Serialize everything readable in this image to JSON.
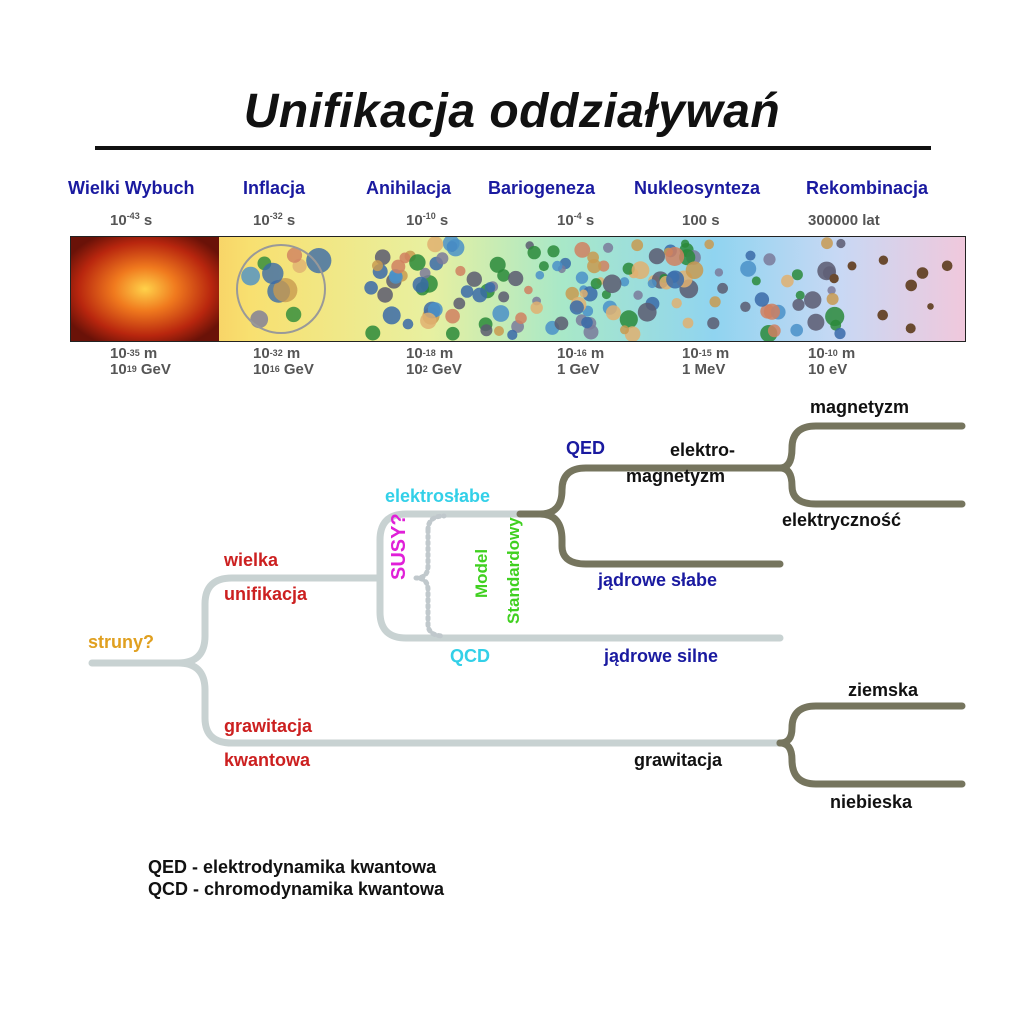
{
  "title": "Unifikacja oddziaływań",
  "eras": [
    {
      "name": "Wielki Wybuch",
      "time_base": "10",
      "time_exp": "-43",
      "time_unit": " s",
      "size_base": "10",
      "size_exp": "-35",
      "size_unit": " m",
      "energy_base": "10",
      "energy_exp": "19",
      "energy_unit": " GeV"
    },
    {
      "name": "Inflacja",
      "time_base": "10",
      "time_exp": "-32",
      "time_unit": " s",
      "size_base": "10",
      "size_exp": "-32",
      "size_unit": " m",
      "energy_base": "10",
      "energy_exp": "16",
      "energy_unit": " GeV"
    },
    {
      "name": "Anihilacja",
      "time_base": "10",
      "time_exp": "-10",
      "time_unit": " s",
      "size_base": "10",
      "size_exp": "-18",
      "size_unit": " m",
      "energy_base": "10",
      "energy_exp": "2",
      "energy_unit": " GeV"
    },
    {
      "name": "Bariogeneza",
      "time_base": "10",
      "time_exp": "-4",
      "time_unit": " s",
      "size_base": "10",
      "size_exp": "-16",
      "size_unit": " m",
      "energy_text": "1 GeV"
    },
    {
      "name": "Nukleosynteza",
      "time_text": "100 s",
      "size_base": "10",
      "size_exp": "-15",
      "size_unit": " m",
      "energy_text": "1 MeV"
    },
    {
      "name": "Rekombinacja",
      "time_text": "300000 lat",
      "size_base": "10",
      "size_exp": "-10",
      "size_unit": " m",
      "energy_text": "10 eV"
    }
  ],
  "tree": {
    "struny": "struny?",
    "wielka": "wielka",
    "unifikacja": "unifikacja",
    "grawitacja_q1": "grawitacja",
    "grawitacja_q2": "kwantowa",
    "elektroslabe": "elektrosłabe",
    "susy": "SUSY?",
    "model1": "Model",
    "model2": "Standardowy",
    "qed": "QED",
    "qcd": "QCD",
    "elektro1": "elektro-",
    "elektro2": "magnetyzm",
    "magnetyzm": "magnetyzm",
    "elektrycznosc": "elektryczność",
    "jadrowe_slabe": "jądrowe słabe",
    "jadrowe_silne": "jądrowe silne",
    "grawitacja": "grawitacja",
    "ziemska": "ziemska",
    "niebieska": "niebieska"
  },
  "legend": {
    "line1": "QED - elektrodynamika kwantowa",
    "line2": "QCD - chromodynamika kwantowa"
  },
  "colors": {
    "gut_branch": "#c8d2d2",
    "sm_branch": "#76755e",
    "dotted": "#c0c8cc"
  }
}
